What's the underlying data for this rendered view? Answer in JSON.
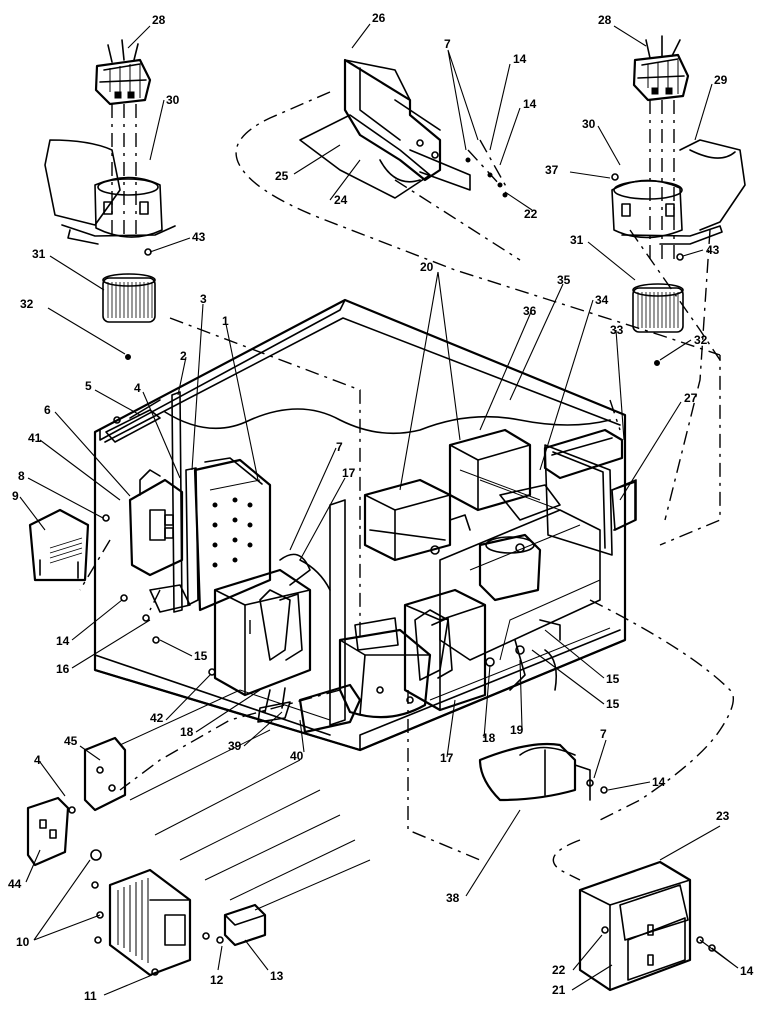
{
  "diagram": {
    "callouts": [
      {
        "id": "c28a",
        "text": "28"
      },
      {
        "id": "c26",
        "text": "26"
      },
      {
        "id": "c7a",
        "text": "7"
      },
      {
        "id": "c14a",
        "text": "14"
      },
      {
        "id": "c14b",
        "text": "14"
      },
      {
        "id": "c28b",
        "text": "28"
      },
      {
        "id": "c29",
        "text": "29"
      },
      {
        "id": "c30a",
        "text": "30"
      },
      {
        "id": "c30b",
        "text": "30"
      },
      {
        "id": "c37",
        "text": "37"
      },
      {
        "id": "c25",
        "text": "25"
      },
      {
        "id": "c24",
        "text": "24"
      },
      {
        "id": "c22a",
        "text": "22"
      },
      {
        "id": "c43a",
        "text": "43"
      },
      {
        "id": "c43b",
        "text": "43"
      },
      {
        "id": "c31a",
        "text": "31"
      },
      {
        "id": "c31b",
        "text": "31"
      },
      {
        "id": "c20",
        "text": "20"
      },
      {
        "id": "c35",
        "text": "35"
      },
      {
        "id": "c36",
        "text": "36"
      },
      {
        "id": "c34",
        "text": "34"
      },
      {
        "id": "c32a",
        "text": "32"
      },
      {
        "id": "c32b",
        "text": "32"
      },
      {
        "id": "c3",
        "text": "3"
      },
      {
        "id": "c1",
        "text": "1"
      },
      {
        "id": "c33",
        "text": "33"
      },
      {
        "id": "c2",
        "text": "2"
      },
      {
        "id": "c5",
        "text": "5"
      },
      {
        "id": "c4a",
        "text": "4"
      },
      {
        "id": "c27",
        "text": "27"
      },
      {
        "id": "c6",
        "text": "6"
      },
      {
        "id": "c7b",
        "text": "7"
      },
      {
        "id": "c17a",
        "text": "17"
      },
      {
        "id": "c41",
        "text": "41"
      },
      {
        "id": "c8",
        "text": "8"
      },
      {
        "id": "c9",
        "text": "9"
      },
      {
        "id": "c14c",
        "text": "14"
      },
      {
        "id": "c16",
        "text": "16"
      },
      {
        "id": "c15a",
        "text": "15"
      },
      {
        "id": "c15b",
        "text": "15"
      },
      {
        "id": "c15c",
        "text": "15"
      },
      {
        "id": "c42",
        "text": "42"
      },
      {
        "id": "c18a",
        "text": "18"
      },
      {
        "id": "c18b",
        "text": "18"
      },
      {
        "id": "c19",
        "text": "19"
      },
      {
        "id": "c17b",
        "text": "17"
      },
      {
        "id": "c39",
        "text": "39"
      },
      {
        "id": "c40",
        "text": "40"
      },
      {
        "id": "c45",
        "text": "45"
      },
      {
        "id": "c4b",
        "text": "4"
      },
      {
        "id": "c7c",
        "text": "7"
      },
      {
        "id": "c14d",
        "text": "14"
      },
      {
        "id": "c44",
        "text": "44"
      },
      {
        "id": "c23",
        "text": "23"
      },
      {
        "id": "c38",
        "text": "38"
      },
      {
        "id": "c10",
        "text": "10"
      },
      {
        "id": "c12",
        "text": "12"
      },
      {
        "id": "c13",
        "text": "13"
      },
      {
        "id": "c11",
        "text": "11"
      },
      {
        "id": "c22b",
        "text": "22"
      },
      {
        "id": "c21",
        "text": "21"
      },
      {
        "id": "c14e",
        "text": "14"
      }
    ]
  }
}
